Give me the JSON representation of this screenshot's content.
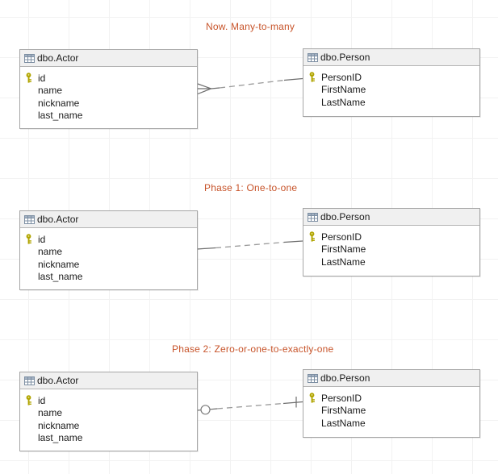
{
  "sections": [
    {
      "title": "Now. Many-to-many",
      "connector": {
        "actor_end": "many",
        "person_end": "one",
        "line_style": "dashed",
        "actor_end_icon": "crows-foot-many-icon",
        "person_end_icon": "plain-line-end"
      },
      "actor": {
        "name": "dbo.Actor",
        "primary_key": "id",
        "columns": [
          "id",
          "name",
          "nickname",
          "last_name"
        ]
      },
      "person": {
        "name": "dbo.Person",
        "primary_key": "PersonID",
        "columns": [
          "PersonID",
          "FirstName",
          "LastName"
        ]
      }
    },
    {
      "title": "Phase 1: One-to-one",
      "connector": {
        "actor_end": "one",
        "person_end": "one",
        "line_style": "dashed",
        "actor_end_icon": "plain-line-end",
        "person_end_icon": "plain-line-end"
      },
      "actor": {
        "name": "dbo.Actor",
        "primary_key": "id",
        "columns": [
          "id",
          "name",
          "nickname",
          "last_name"
        ]
      },
      "person": {
        "name": "dbo.Person",
        "primary_key": "PersonID",
        "columns": [
          "PersonID",
          "FirstName",
          "LastName"
        ]
      }
    },
    {
      "title": "Phase 2: Zero-or-one-to-exactly-one",
      "connector": {
        "actor_end": "zero-or-one",
        "person_end": "exactly-one",
        "line_style": "dashed",
        "actor_end_icon": "zero-or-one-circle-icon",
        "person_end_icon": "exactly-one-tick-icon"
      },
      "actor": {
        "name": "dbo.Actor",
        "primary_key": "id",
        "columns": [
          "id",
          "name",
          "nickname",
          "last_name"
        ]
      },
      "person": {
        "name": "dbo.Person",
        "primary_key": "PersonID",
        "columns": [
          "PersonID",
          "FirstName",
          "LastName"
        ]
      }
    }
  ],
  "icons": {
    "table_header": "table-grid-icon",
    "primary_key": "key-icon"
  },
  "colors": {
    "section_title": "#c75329",
    "key_icon": "#b0a400",
    "table_icon": "#7d8fa3",
    "table_border": "#a6a6a6",
    "table_header_bg": "#f0f0f0",
    "grid_line": "#f2f2f2",
    "connector_dash": "#9a9a9a",
    "connector_solid": "#6e6e6e"
  }
}
